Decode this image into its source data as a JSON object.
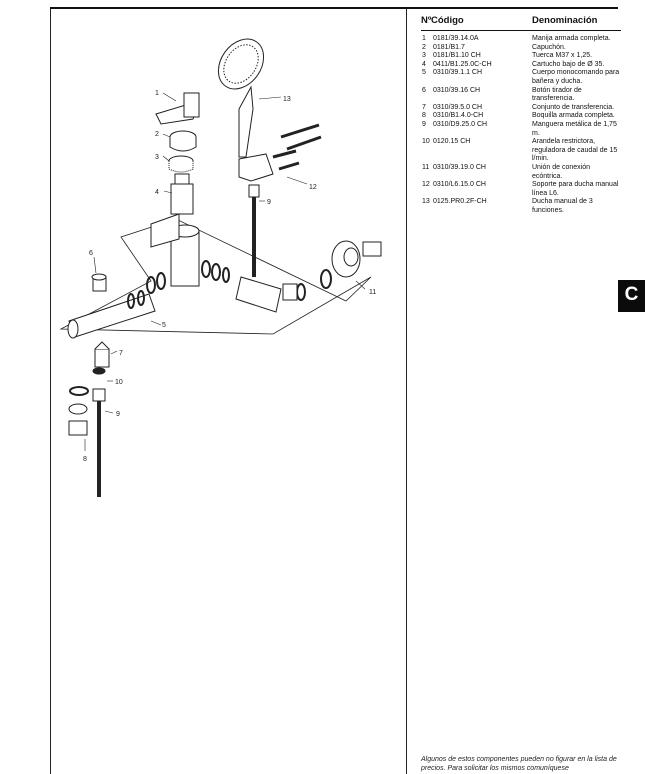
{
  "table": {
    "headers": {
      "num": "Nº",
      "code": "Código",
      "name": "Denominación"
    },
    "rows": [
      {
        "num": "1",
        "code": "0181/39.14.0A",
        "name": "Manija armada completa."
      },
      {
        "num": "2",
        "code": "0181/B1.7",
        "name": "Capuchón."
      },
      {
        "num": "3",
        "code": "0181/B1.10 CH",
        "name": "Tuerca M37 x 1,25."
      },
      {
        "num": "4",
        "code": "0411/B1.25.0C-CH",
        "name": "Cartucho bajo de Ø 35."
      },
      {
        "num": "5",
        "code": "0310/39.1.1 CH",
        "name": "Cuerpo monocomando para bañera y ducha."
      },
      {
        "num": "6",
        "code": "0310/39.16 CH",
        "name": "Botón tirador de transferencia."
      },
      {
        "num": "7",
        "code": "0310/39.5.0 CH",
        "name": "Conjunto de transferencia."
      },
      {
        "num": "8",
        "code": "0310/B1.4.0-CH",
        "name": "Boquilla armada completa."
      },
      {
        "num": "9",
        "code": "0310/D9.25.0 CH",
        "name": "Manguera metálica de 1,75 m."
      },
      {
        "num": "10",
        "code": "0120.15 CH",
        "name": "Arandela restrictora, reguladora de caudal de 15 l/min."
      },
      {
        "num": "11",
        "code": "0310/39.19.0 CH",
        "name": "Unión de conexión ecóntrica."
      },
      {
        "num": "12",
        "code": "0310/L6.15.0 CH",
        "name": "Soporte para ducha manual línea L6."
      },
      {
        "num": "13",
        "code": "0125.PR0.2F-CH",
        "name": "Ducha manual de 3 funciones."
      }
    ]
  },
  "section_tab": "C",
  "footnote": "Algunos de estos componentes pueden no figurar en la lista de precios. Para solicitar los mismos comuníquese",
  "callouts": {
    "c1": "1",
    "c2": "2",
    "c3": "3",
    "c4": "4",
    "c5": "5",
    "c6": "6",
    "c7": "7",
    "c8": "8",
    "c9a": "9",
    "c9b": "9",
    "c10": "10",
    "c11": "11",
    "c12": "12",
    "c13": "13"
  }
}
